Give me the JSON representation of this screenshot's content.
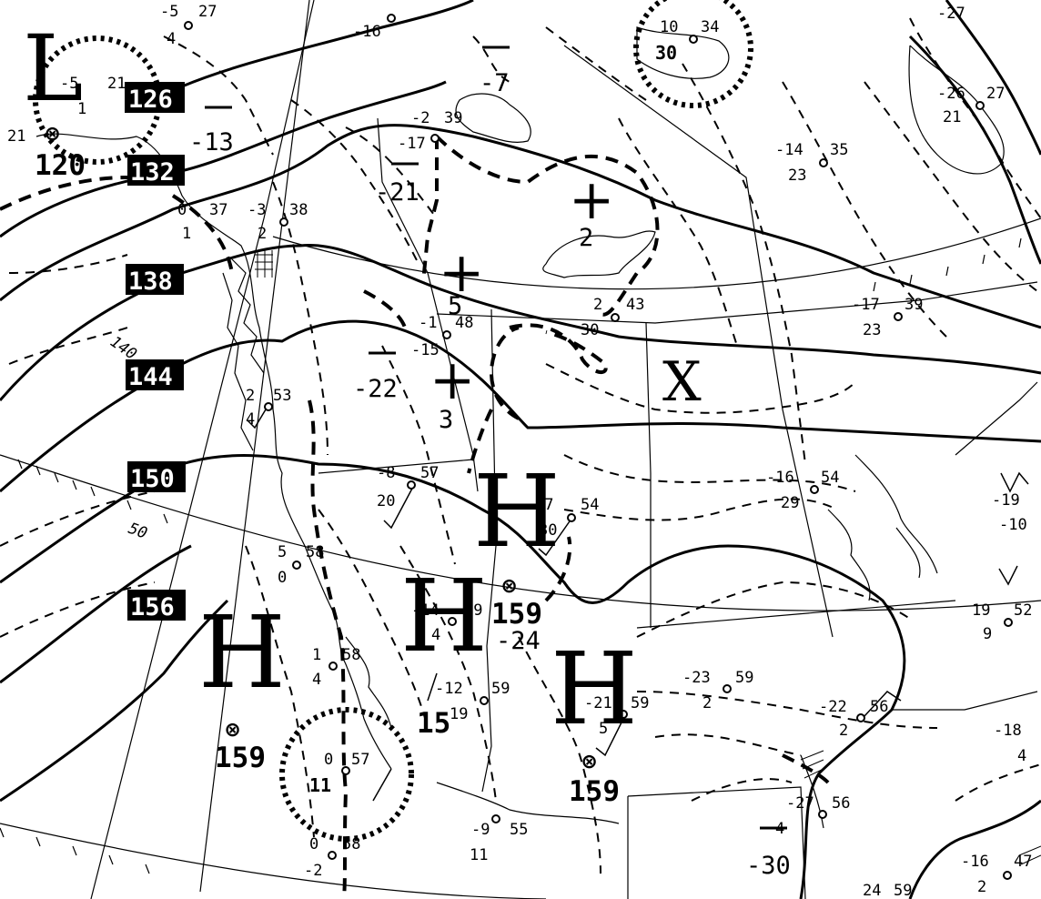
{
  "map": {
    "line_color": "#000000",
    "background": "#ffffff",
    "height_labels": [
      "126",
      "132",
      "138",
      "144",
      "150",
      "156"
    ],
    "contour_labels": [
      "140",
      "50"
    ],
    "pressure_centers": [
      {
        "id": "L-nw",
        "symbol": "L"
      },
      {
        "id": "H-sw",
        "symbol": "H",
        "value": "159"
      },
      {
        "id": "H-c1",
        "symbol": "H",
        "value": "159"
      },
      {
        "id": "H-c2",
        "symbol": "H"
      },
      {
        "id": "H-c3",
        "symbol": "H",
        "value": "159"
      }
    ],
    "plus_markers": [
      {
        "id": "p1",
        "label": "2"
      },
      {
        "id": "p2",
        "label": "5"
      },
      {
        "id": "p3",
        "label": "3"
      }
    ],
    "minus_markers": [
      {
        "id": "m1",
        "label": "-7"
      },
      {
        "id": "m2",
        "label": "-13"
      },
      {
        "id": "m3",
        "label": "-21"
      },
      {
        "id": "m4",
        "label": "-22"
      },
      {
        "id": "m5",
        "label": "-30"
      }
    ],
    "center_values": [
      {
        "id": "c120",
        "label": "120"
      },
      {
        "id": "c24",
        "label": "-24"
      },
      {
        "id": "c15",
        "label": "15"
      },
      {
        "id": "c11",
        "label": "11"
      },
      {
        "id": "c30",
        "label": "30"
      }
    ],
    "x_marker": "X",
    "stations": [
      {
        "t": "-2",
        "h": "39"
      },
      {
        "t": "-17",
        "h": ""
      },
      {
        "t": "-16",
        "h": ""
      },
      {
        "t": "10",
        "h": "34"
      },
      {
        "t": "-5",
        "h": "27"
      },
      {
        "t": "4",
        "h": ""
      },
      {
        "t": "-5",
        "h": "21"
      },
      {
        "t": "1",
        "h": ""
      },
      {
        "t": "21",
        "h": ""
      },
      {
        "t": "0",
        "h": "37"
      },
      {
        "t": "-3",
        "h": "38"
      },
      {
        "t": "2",
        "h": ""
      },
      {
        "t": "1",
        "h": ""
      },
      {
        "t": "-1",
        "h": "48"
      },
      {
        "t": "-15",
        "h": ""
      },
      {
        "t": "2",
        "h": "53"
      },
      {
        "t": "4",
        "h": ""
      },
      {
        "t": "-8",
        "h": "57"
      },
      {
        "t": "20",
        "h": ""
      },
      {
        "t": "-7",
        "h": "54"
      },
      {
        "t": "30",
        "h": ""
      },
      {
        "t": "5",
        "h": "58"
      },
      {
        "t": "0",
        "h": ""
      },
      {
        "t": "-14",
        "h": "59"
      },
      {
        "t": "4",
        "h": ""
      },
      {
        "t": "1",
        "h": "58"
      },
      {
        "t": "4",
        "h": ""
      },
      {
        "t": "-12",
        "h": "59"
      },
      {
        "t": "19",
        "h": ""
      },
      {
        "t": "-21",
        "h": "59"
      },
      {
        "t": "5",
        "h": ""
      },
      {
        "t": "0",
        "h": "57"
      },
      {
        "t": "0",
        "h": "58"
      },
      {
        "t": "-2",
        "h": ""
      },
      {
        "t": "-9",
        "h": "55"
      },
      {
        "t": "11",
        "h": ""
      },
      {
        "t": "2",
        "h": "43"
      },
      {
        "t": "30",
        "h": ""
      },
      {
        "t": "-14",
        "h": "35"
      },
      {
        "t": "23",
        "h": ""
      },
      {
        "t": "-17",
        "h": "39"
      },
      {
        "t": "23",
        "h": ""
      },
      {
        "t": "-26",
        "h": "27"
      },
      {
        "t": "21",
        "h": ""
      },
      {
        "t": "-27",
        "h": ""
      },
      {
        "t": "-16",
        "h": "54"
      },
      {
        "t": "29",
        "h": ""
      },
      {
        "t": "-19",
        "h": ""
      },
      {
        "t": "-10",
        "h": ""
      },
      {
        "t": "19",
        "h": "52"
      },
      {
        "t": "9",
        "h": ""
      },
      {
        "t": "-23",
        "h": "59"
      },
      {
        "t": "2",
        "h": ""
      },
      {
        "t": "-22",
        "h": "56"
      },
      {
        "t": "2",
        "h": ""
      },
      {
        "t": "-18",
        "h": ""
      },
      {
        "t": "4",
        "h": ""
      },
      {
        "t": "-27",
        "h": "56"
      },
      {
        "t": "4",
        "h": ""
      },
      {
        "t": "-16",
        "h": "47"
      },
      {
        "t": "2",
        "h": ""
      },
      {
        "t": "24",
        "h": "59"
      }
    ]
  }
}
